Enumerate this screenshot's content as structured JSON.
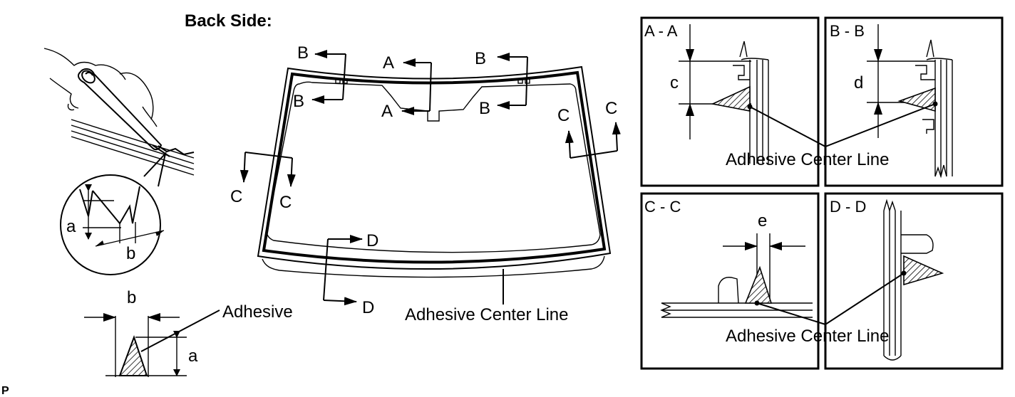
{
  "heading": "Back Side:",
  "footer_code": "P",
  "labels": {
    "adhesive": "Adhesive",
    "adhesive_center_line": "Adhesive Center Line",
    "a": "a",
    "b": "b",
    "c": "c",
    "d": "d",
    "e": "e",
    "A": "A",
    "B": "B",
    "C": "C",
    "D": "D"
  },
  "sections": {
    "aa": "A - A",
    "bb": "B - B",
    "cc": "C - C",
    "dd": "D - D"
  }
}
